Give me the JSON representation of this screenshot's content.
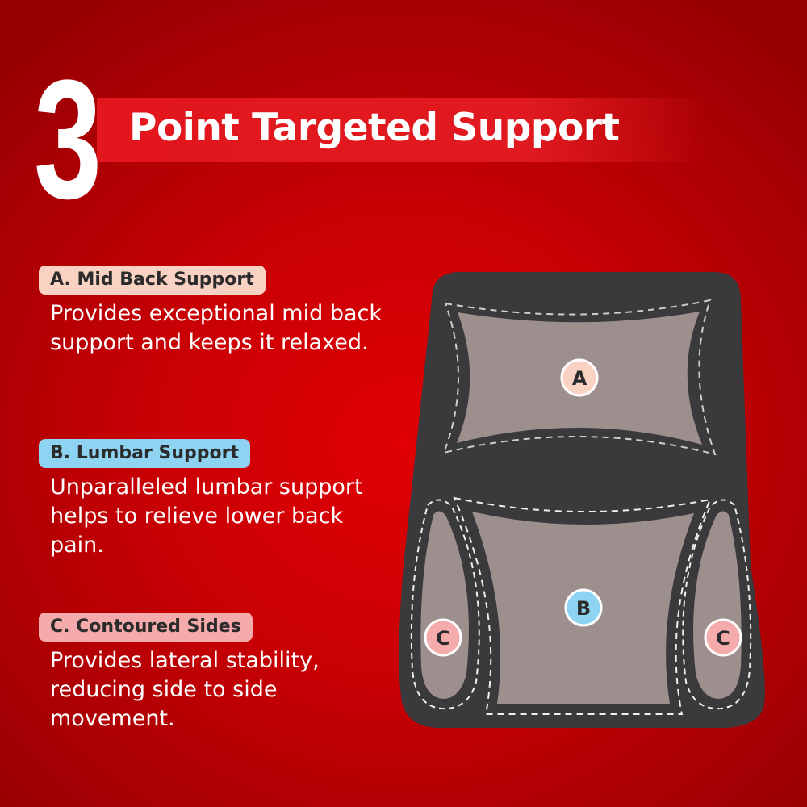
{
  "header": {
    "number": "3",
    "title": "Point Targeted Support"
  },
  "features": [
    {
      "label": "A.  Mid Back Support",
      "pill_color": "#f9d2c4",
      "description": "Provides exceptional mid back support and keeps it relaxed."
    },
    {
      "label": "B. Lumbar Support",
      "pill_color": "#8fd3f2",
      "description": "Unparalleled lumbar support helps to relieve lower back pain."
    },
    {
      "label": "C. Contoured Sides",
      "pill_color": "#f5aaab",
      "description": "Provides lateral stability, reducing side to side movement."
    }
  ],
  "diagram": {
    "badges": [
      {
        "letter": "A",
        "color": "#f9d2c4"
      },
      {
        "letter": "B",
        "color": "#8fd3f2"
      },
      {
        "letter": "C",
        "color": "#f5aaab"
      },
      {
        "letter": "C",
        "color": "#f5aaab"
      }
    ],
    "colors": {
      "cushion": "#3a3a3c",
      "panel": "#9d8f8d",
      "stitch": "#e8e8e8"
    }
  }
}
